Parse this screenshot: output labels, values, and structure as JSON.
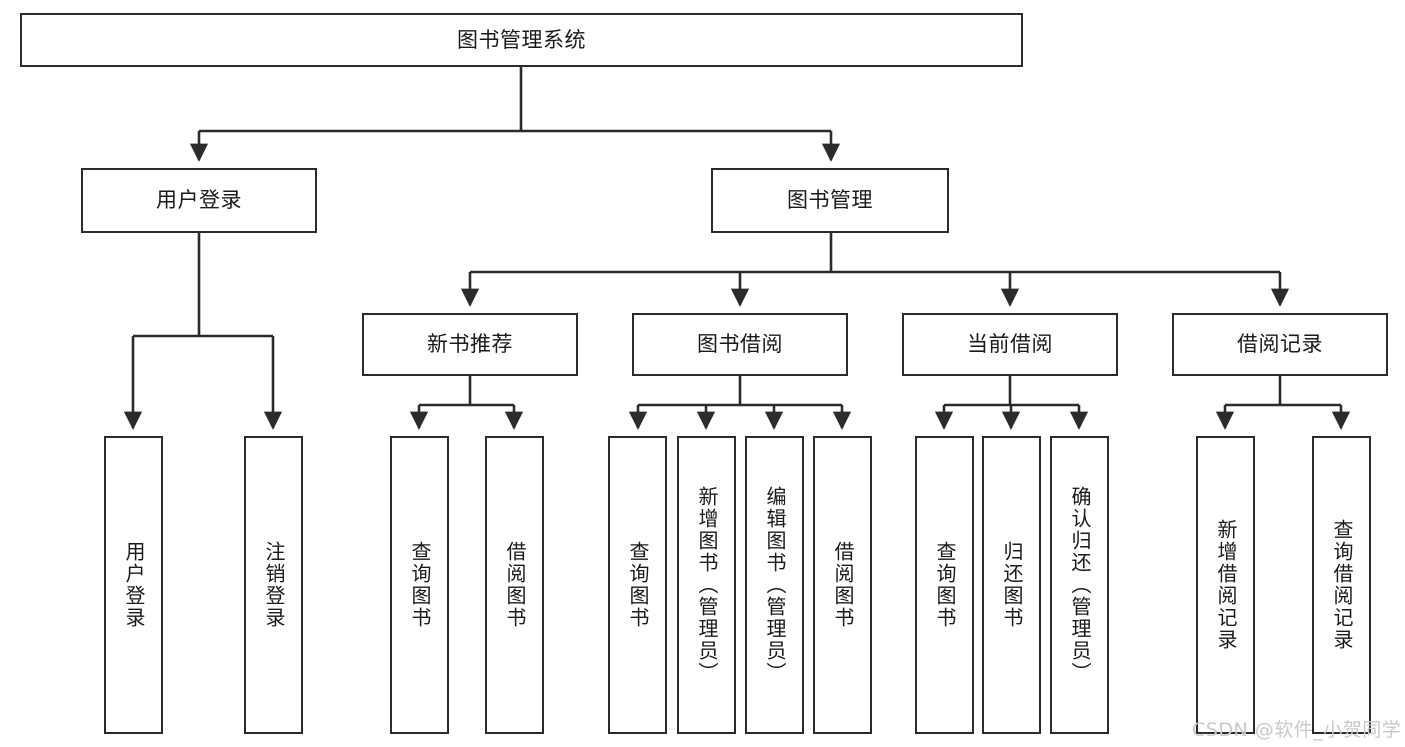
{
  "diagram": {
    "title": "图书管理系统",
    "watermark": "CSDN @软件_小贺同学",
    "style": {
      "box_border_color": "#2b2b2b",
      "box_fill_color": "#ffffff",
      "connector_color": "#2b2b2b",
      "text_color": "#1a1a1a",
      "watermark_color": "#c9c9c9",
      "background_color": "#ffffff"
    },
    "levels": {
      "root": {
        "label": "图书管理系统"
      },
      "level2": [
        {
          "id": "user-login",
          "label": "用户登录"
        },
        {
          "id": "book-manage",
          "label": "图书管理"
        }
      ],
      "level3": [
        {
          "id": "new-book-rec",
          "label": "新书推荐"
        },
        {
          "id": "book-borrow",
          "label": "图书借阅"
        },
        {
          "id": "current-borrow",
          "label": "当前借阅"
        },
        {
          "id": "borrow-record",
          "label": "借阅记录"
        }
      ],
      "leaves": {
        "user-login": [
          {
            "id": "leaf-user-login",
            "label": "用户登录"
          },
          {
            "id": "leaf-logout",
            "label": "注销登录"
          }
        ],
        "new-book-rec": [
          {
            "id": "leaf-query-book-1",
            "label": "查询图书"
          },
          {
            "id": "leaf-borrow-book-1",
            "label": "借阅图书"
          }
        ],
        "book-borrow": [
          {
            "id": "leaf-query-book-2",
            "label": "查询图书"
          },
          {
            "id": "leaf-add-book",
            "label": "新增图书（管理员）"
          },
          {
            "id": "leaf-edit-book",
            "label": "编辑图书（管理员）"
          },
          {
            "id": "leaf-borrow-book-2",
            "label": "借阅图书"
          }
        ],
        "current-borrow": [
          {
            "id": "leaf-query-book-3",
            "label": "查询图书"
          },
          {
            "id": "leaf-return-book",
            "label": "归还图书"
          },
          {
            "id": "leaf-confirm-return",
            "label": "确认归还（管理员）"
          }
        ],
        "borrow-record": [
          {
            "id": "leaf-add-record",
            "label": "新增借阅记录"
          },
          {
            "id": "leaf-query-record",
            "label": "查询借阅记录"
          }
        ]
      }
    }
  }
}
